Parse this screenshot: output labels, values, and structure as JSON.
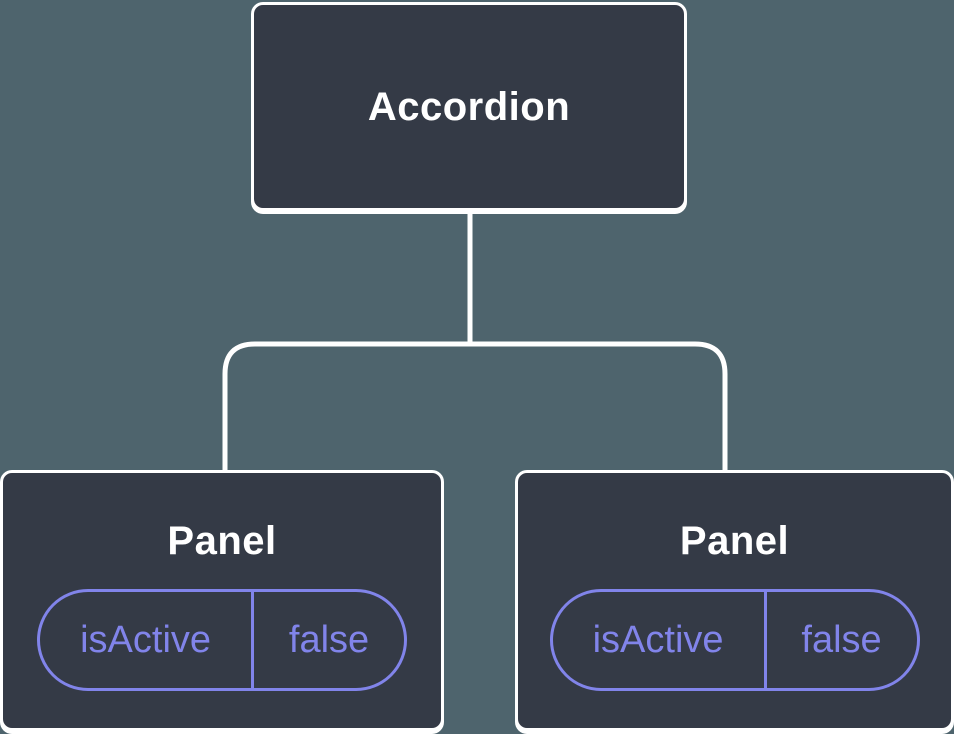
{
  "diagram": {
    "type": "component-tree",
    "root": {
      "label": "Accordion"
    },
    "children": [
      {
        "label": "Panel",
        "state": {
          "key": "isActive",
          "value": "false"
        }
      },
      {
        "label": "Panel",
        "state": {
          "key": "isActive",
          "value": "false"
        }
      }
    ],
    "colors": {
      "background": "#4e646d",
      "node_fill": "#343a46",
      "node_border": "#ffffff",
      "title_text": "#ffffff",
      "state_accent": "#8184ea",
      "connector": "#ffffff"
    }
  }
}
